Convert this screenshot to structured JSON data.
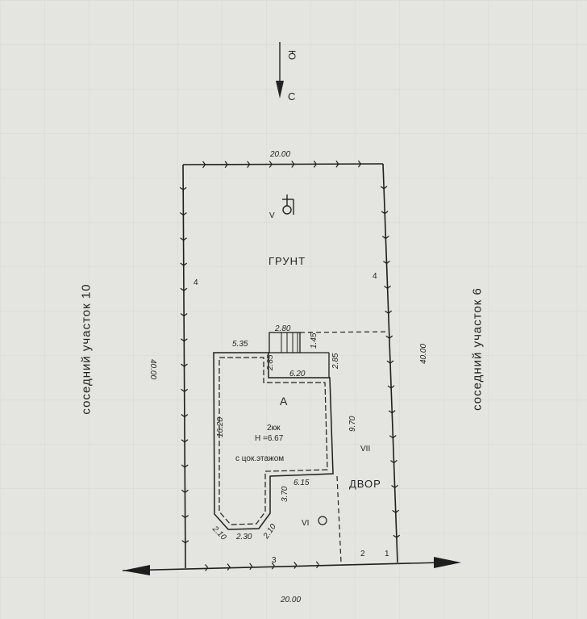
{
  "compass": {
    "north_label": "Ю",
    "south_label": "С"
  },
  "site": {
    "width_top": "20.00",
    "width_bottom": "20.00",
    "length_left": "40.00",
    "length_right": "40.00",
    "left_side_mark": "4",
    "right_side_mark": "4",
    "bottom_mark_3": "3",
    "bottom_mark_2": "2",
    "bottom_mark_1": "1",
    "ground_label": "ГРУНТ",
    "ground_symbol_label": "V",
    "yard_label": "ДВОР",
    "yard_code": "VII",
    "vi_label": "VI"
  },
  "neighbors": {
    "left": "соседний участок 10",
    "right": "соседний участок 6"
  },
  "building": {
    "letter": "А",
    "floors": "2кж",
    "height": "Н =6.67",
    "note": "с цок.этажом",
    "dims": {
      "top_left": "5.35",
      "porch_width": "2.80",
      "porch_depth": "1.45",
      "step_left": "2.85",
      "step_right": "2.85",
      "inner_top": "6.20",
      "left_side": "16.20",
      "right_side": "9.70",
      "bottom_right": "6.15",
      "bay_side": "3.70",
      "bay_diag_left": "2.10",
      "bay_front": "2.30",
      "bay_diag_right": "2.10"
    }
  }
}
